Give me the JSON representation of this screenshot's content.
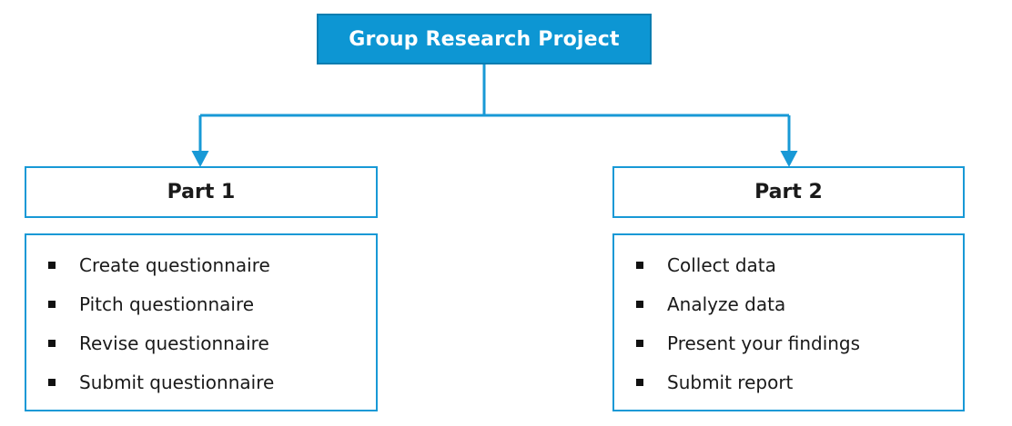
{
  "diagram": {
    "root": {
      "label": "Group Research Project"
    },
    "branches": [
      {
        "title": "Part 1",
        "items": [
          "Create questionnaire",
          "Pitch questionnaire",
          "Revise questionnaire",
          "Submit questionnaire"
        ]
      },
      {
        "title": "Part 2",
        "items": [
          "Collect data",
          "Analyze data",
          "Present your findings",
          "Submit report"
        ]
      }
    ],
    "colors": {
      "accent": "#1899D6",
      "root_fill": "#0D96D3",
      "root_border": "#0A7DB0",
      "root_text": "#FFFFFF",
      "text": "#1A1A1A",
      "bullet": "#111111"
    }
  }
}
